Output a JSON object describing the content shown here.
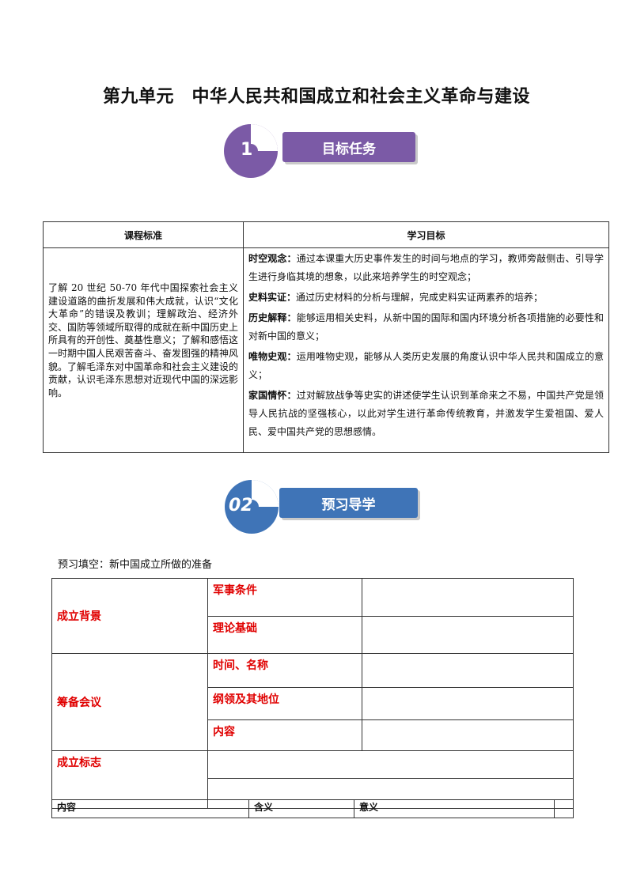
{
  "title": "第九单元　中华人民共和国成立和社会主义革命与建设",
  "section1": {
    "number": "1",
    "label": "目标任务"
  },
  "table1": {
    "col1": "课程标准",
    "col2": "学习目标",
    "standard": "了解 20 世纪 50-70 年代中国探索社会主义建设道路的曲折发展和伟大成就，认识“文化大革命”的错误及教训；理解政治、经济外交、国防等领域所取得的成就在新中国历史上所具有的开创性、奠基性意义；了解和感悟这一时期中国人民艰苦奋斗、奋发图强的精神风貌。了解毛泽东对中国革命和社会主义建设的贡献，认识毛泽东思想对近现代中国的深远影响。",
    "goals": [
      {
        "label": "时空观念：",
        "text": "通过本课重大历史事件发生的时间与地点的学习，教师旁敲侧击、引导学生进行身临其境的想象，以此来培养学生的时空观念；"
      },
      {
        "label": "史料实证：",
        "text": "通过历史材料的分析与理解，完成史料实证两素养的培养；"
      },
      {
        "label": "历史解释：",
        "text": "能够运用相关史料，从新中国的国际和国内环境分析各项措施的必要性和对新中国的意义；"
      },
      {
        "label": "唯物史观：",
        "text": "运用唯物史观，能够从人类历史发展的角度认识中华人民共和国成立的意义；"
      },
      {
        "label": "家国情怀：",
        "text": "过对解放战争等史实的讲述使学生认识到革命来之不易，中国共产党是领导人民抗战的坚强核心，以此对学生进行革命传统教育，并激发学生爱祖国、爱人民、爱中国共产党的思想感情。"
      }
    ]
  },
  "section2": {
    "number": "02",
    "label": "预习导学"
  },
  "lead": "预习填空：新中国成立所做的准备",
  "table2": {
    "background": "成立背景",
    "military": "军事条件",
    "theory": "理论基础",
    "meeting": "筹备会议",
    "time_name": "时间、名称",
    "program": "纲领及其地位",
    "content": "内容",
    "symbol": "成立标志"
  },
  "table3": {
    "c1": "内容",
    "c2": "含义",
    "c3": "意义"
  },
  "colors": {
    "purple": "#7b5aa6",
    "blue": "#3f74b7",
    "red": "#e00000"
  }
}
